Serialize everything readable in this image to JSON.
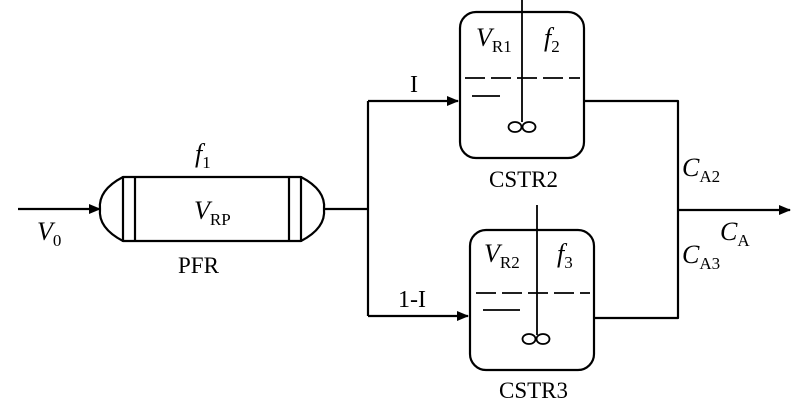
{
  "labels": {
    "v0": {
      "main": "V",
      "sub": "0"
    },
    "pfr_f": {
      "main": "f",
      "sub": "1"
    },
    "pfr_v": {
      "main": "V",
      "sub": "RP"
    },
    "pfr_name": "PFR",
    "branch_top": "I",
    "branch_bottom": "1-I",
    "cstr2_v": {
      "main": "V",
      "sub": "R1"
    },
    "cstr2_f": {
      "main": "f",
      "sub": "2"
    },
    "cstr2_name": "CSTR2",
    "cstr3_v": {
      "main": "V",
      "sub": "R2"
    },
    "cstr3_f": {
      "main": "f",
      "sub": "3"
    },
    "cstr3_name": "CSTR3",
    "ca2": {
      "main": "C",
      "sub": "A2"
    },
    "ca3": {
      "main": "C",
      "sub": "A3"
    },
    "ca": {
      "main": "C",
      "sub": "A"
    }
  }
}
